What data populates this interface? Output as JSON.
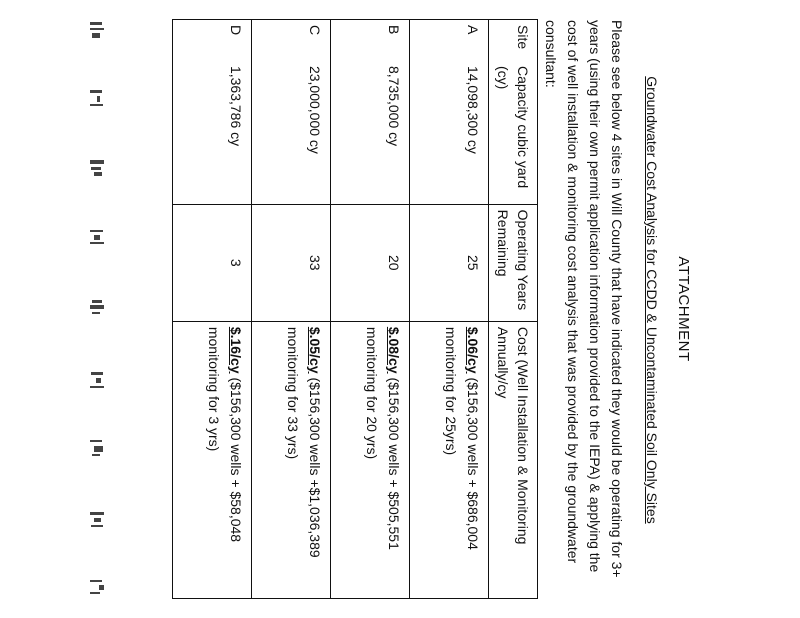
{
  "document": {
    "attachment_label": "ATTACHMENT",
    "heading": "Groundwater Cost Analysis for CCDD & Uncontaminated Soil Only Sites",
    "intro": "Please see below 4 sites in Will County that have indicated they would be operating for 3+ years (using their own permit application information provided to the IEPA) & applying the cost of well installation & monitoring cost analysis that was provided by the groundwater consultant:"
  },
  "table": {
    "headers": {
      "site": "Site",
      "capacity": "Capacity cubic yard (cy)",
      "years": "Operating Years Remaining",
      "cost": "Cost (Well Installation & Monitoring Annually/cy"
    },
    "rows": [
      {
        "site": "A",
        "capacity": "14,098,300 cy",
        "years": "25",
        "cost_amount": "$.06/cy",
        "cost_detail": "($156,300 wells + $686,004 monitoring for 25yrs)"
      },
      {
        "site": "B",
        "capacity": "8,735,000 cy",
        "years": "20",
        "cost_amount": "$.08/cy",
        "cost_detail": "($156,300 wells + $505,551 monitoring for 20 yrs)"
      },
      {
        "site": "C",
        "capacity": "23,000,000 cy",
        "years": "33",
        "cost_amount": "$.05/cy",
        "cost_detail": "($156,300 wells +$1,036,389 monitoring for 33 yrs)"
      },
      {
        "site": "D",
        "capacity": "1,363,786 cy",
        "years": "3",
        "cost_amount": "$.16/cy",
        "cost_detail": "($156,300 wells + $58,048 monitoring for 3 yrs)"
      }
    ]
  }
}
